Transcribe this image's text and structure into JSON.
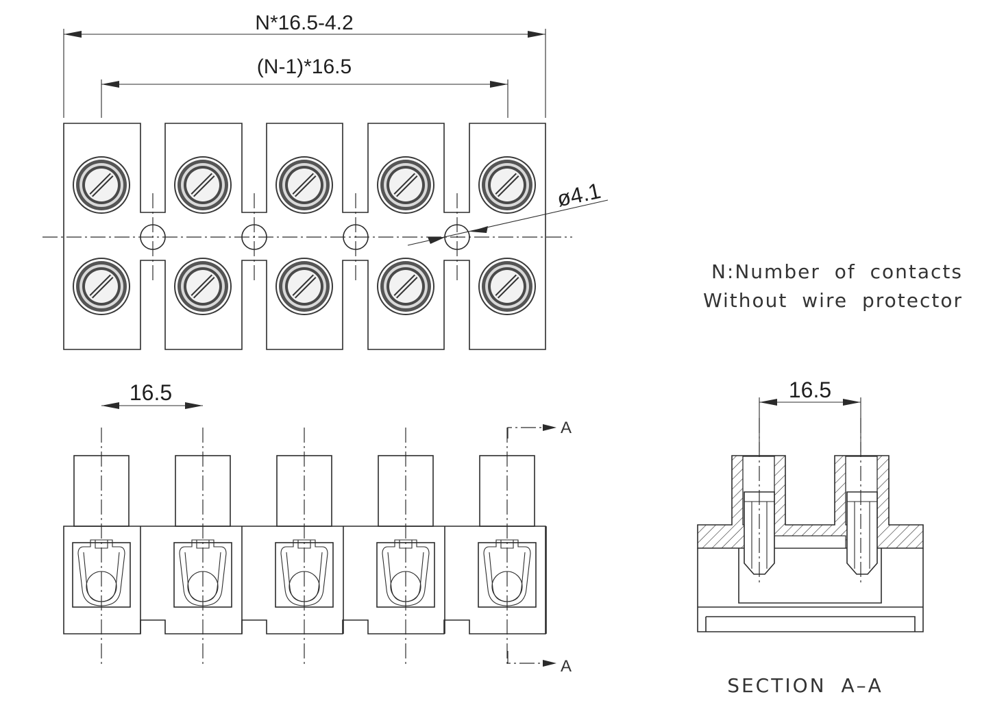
{
  "top_view": {
    "overall_dim_label": "N*16.5-4.2",
    "pitch_span_label": "(N-1)*16.5",
    "hole_dim_label": "ø4.1"
  },
  "side_view": {
    "pitch_label": "16.5",
    "section_marker_top": "A",
    "section_marker_bottom": "A"
  },
  "section_view": {
    "pitch_label": "16.5",
    "caption": "SECTION A–A"
  },
  "notes": {
    "line1": "N:Number of contacts",
    "line2": "Without wire protector"
  },
  "contacts_shown": 5
}
